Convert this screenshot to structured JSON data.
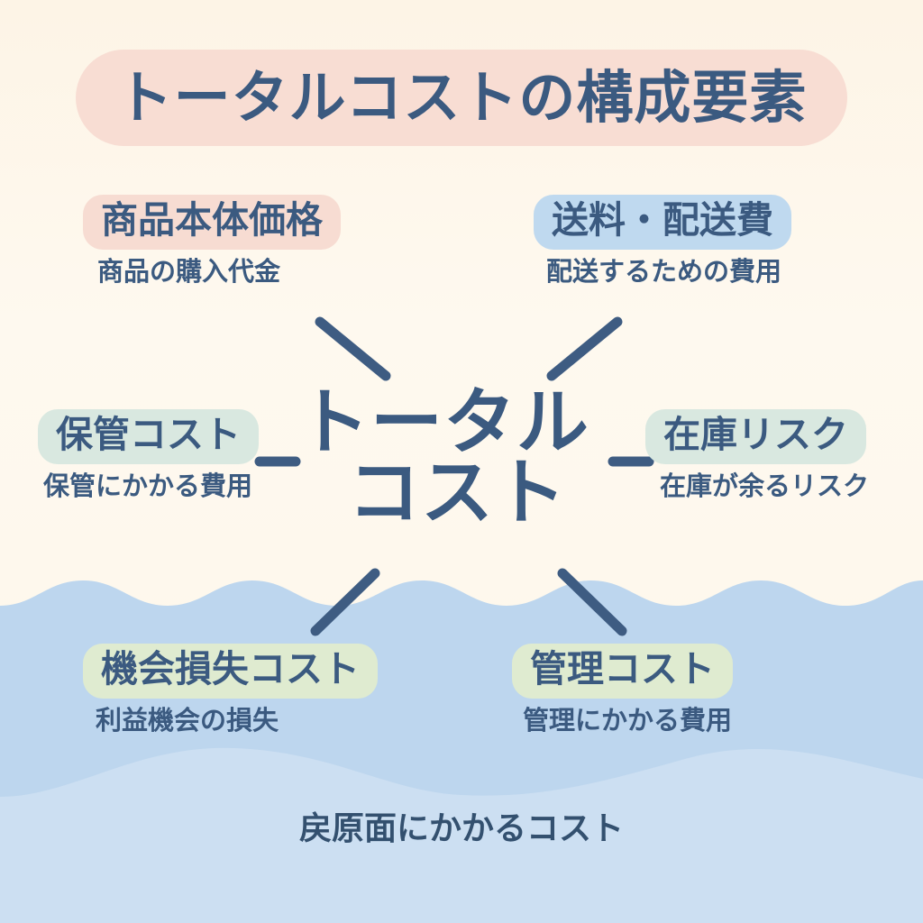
{
  "title": {
    "text": "トータルコストの構成要素",
    "pill_color": "#f8ddd3",
    "text_color": "#3b5a80"
  },
  "center": {
    "line1": "トータル",
    "line2": "コスト",
    "color": "#3b5a80"
  },
  "nodes": [
    {
      "id": "product-price",
      "label": "商品本体価格",
      "description": "商品の購入代金",
      "pill_color": "#f7dcd2",
      "position": "top-left"
    },
    {
      "id": "shipping-cost",
      "label": "送料・配送費",
      "description": "配送するための費用",
      "pill_color": "#bfd9ef",
      "position": "top-right"
    },
    {
      "id": "storage-cost",
      "label": "保管コスト",
      "description": "保管にかかる費用",
      "pill_color": "#d9e8e0",
      "position": "middle-left"
    },
    {
      "id": "inventory-risk",
      "label": "在庫リスク",
      "description": "在庫が余るリスク",
      "pill_color": "#d9e8e0",
      "position": "middle-right"
    },
    {
      "id": "opportunity-loss",
      "label": "機会損失コスト",
      "description": "利益機会の損失",
      "pill_color": "#dfebd0",
      "position": "bottom-left"
    },
    {
      "id": "management-cost",
      "label": "管理コスト",
      "description": "管理にかかる費用",
      "pill_color": "#dfebd0",
      "position": "bottom-right"
    }
  ],
  "bottom_caption": {
    "text": "戻原面にかかるコスト",
    "color": "#33506f"
  },
  "palette": {
    "background_cream": "#fdf6e9",
    "water_blue": "#bdd6ee",
    "water_blue_light": "#cfe1f2",
    "navy": "#3b5a80",
    "connector": "#3e5c82"
  }
}
